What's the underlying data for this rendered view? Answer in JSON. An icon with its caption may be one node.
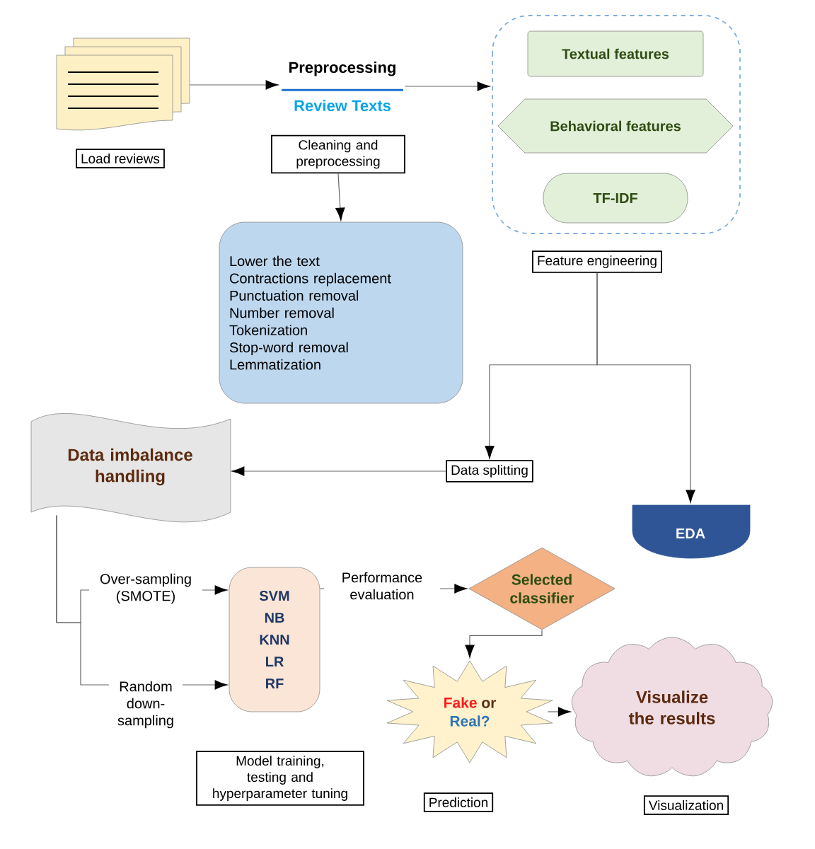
{
  "diagram": {
    "nodes": [
      {
        "text": [],
        "shape": "document"
      },
      {
        "text": [
          "Load reviews"
        ]
      },
      {
        "text": [
          "Preprocessing",
          "Review Texts"
        ]
      },
      {
        "text": [
          "Cleaning and preprocessing"
        ]
      },
      {
        "text": [
          "Lower the text",
          "Contractions replacement",
          "Punctuation removal",
          "Number removal",
          "Tokenization",
          "Stop-word removal",
          "Lemmatization"
        ]
      },
      {
        "text": [],
        "shape": "box"
      },
      {
        "text": [
          "Textual features"
        ],
        "in": 5
      },
      {
        "text": [
          "Behavioral features"
        ],
        "in": 5
      },
      {
        "text": [
          "TF-IDF"
        ],
        "in": 5
      },
      {
        "text": [
          "Feature engineering"
        ]
      },
      {
        "text": [
          "Data splitting"
        ]
      },
      {
        "text": [
          "Data imbalance handling"
        ]
      },
      {
        "text": [
          "EDA"
        ]
      },
      {
        "text": [
          "SVM",
          "NB",
          "KNN",
          "LR",
          "RF"
        ]
      },
      {
        "text": [
          "Model training, testing and hyperparameter tuning"
        ]
      },
      {
        "text": [
          "Selected classifier"
        ]
      },
      {
        "text": [
          "Fake",
          "or",
          "Real?"
        ]
      },
      {
        "text": [
          "Prediction"
        ]
      },
      {
        "text": [
          "Visualize the results"
        ]
      },
      {
        "text": [
          "Visualization"
        ]
      }
    ],
    "edges": [
      {
        "from": 0,
        "to": 2,
        "arrow": "to"
      },
      {
        "from": 2,
        "to": 5,
        "arrow": "to"
      },
      {
        "from": 3,
        "to": 4,
        "arrow": "to"
      },
      {
        "from": 9,
        "to": 10,
        "arrow": "to"
      },
      {
        "from": 9,
        "to": 12,
        "arrow": "to"
      },
      {
        "from": 10,
        "to": 11,
        "arrow": "to"
      },
      {
        "from": 11,
        "to": 13,
        "arrow": "to",
        "label": "Over-sampling (SMOTE)"
      },
      {
        "from": 11,
        "to": 13,
        "arrow": "to",
        "label": "Random down-sampling"
      },
      {
        "from": 13,
        "to": 15,
        "arrow": "to",
        "label": "Performance evaluation"
      },
      {
        "from": 15,
        "to": 16,
        "arrow": "to"
      },
      {
        "from": 16,
        "to": 18,
        "arrow": "to"
      }
    ]
  }
}
